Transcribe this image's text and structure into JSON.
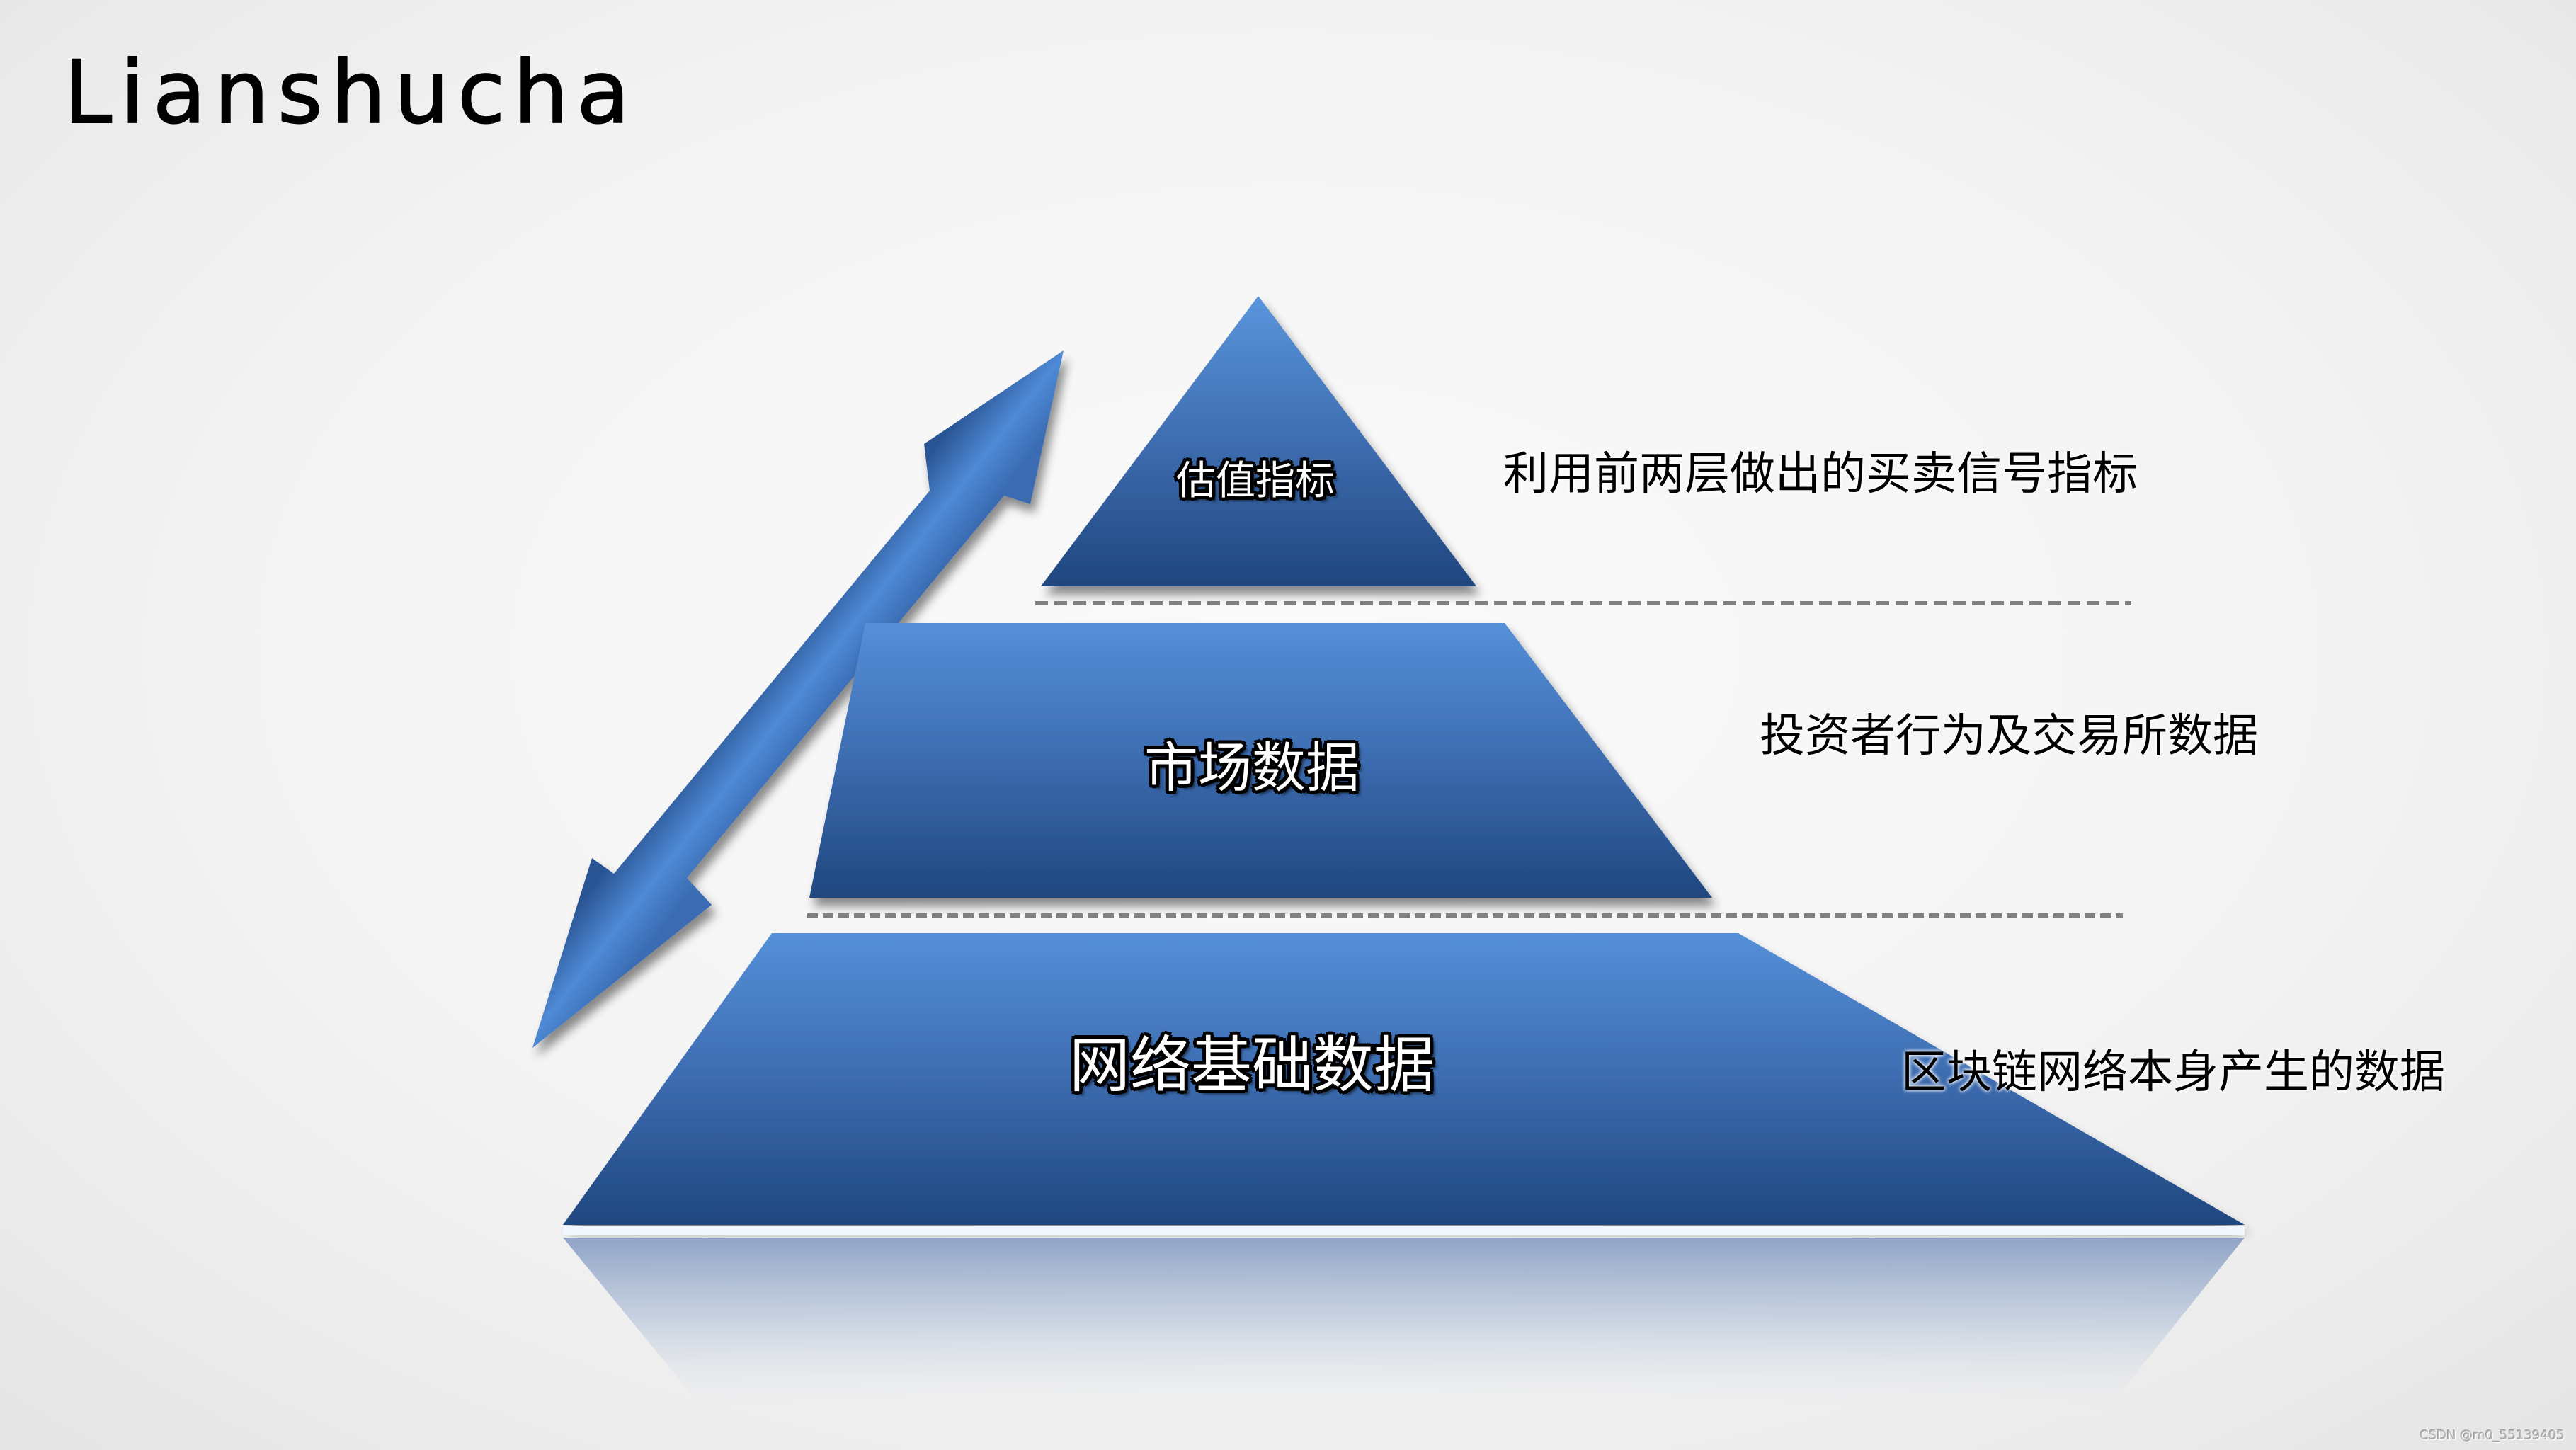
{
  "brand": {
    "title": "Lianshucha"
  },
  "diagram": {
    "type": "pyramid",
    "colors": {
      "layer_top": "#5590d8",
      "layer_bottom": "#1f477f",
      "dash": "#808080",
      "arrow_light": "#4f8ad6",
      "arrow_dark": "#2a5594"
    },
    "arrow": {
      "icon": "double-headed-arrow-icon",
      "direction": "bidirectional"
    },
    "layers": [
      {
        "label": "估值指标",
        "description": "利用前两层做出的买卖信号指标"
      },
      {
        "label": "市场数据",
        "description": "投资者行为及交易所数据"
      },
      {
        "label": "网络基础数据",
        "description": "区块链网络本身产生的数据"
      }
    ]
  },
  "watermark": {
    "text": "CSDN @m0_55139405"
  }
}
